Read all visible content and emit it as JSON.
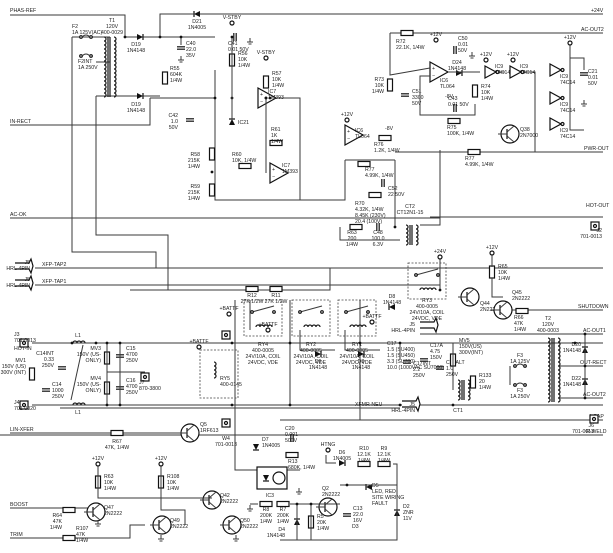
{
  "title": "UPS power / relay control schematic",
  "net_labels": {
    "phas_ref": "PHAS-REF",
    "in_rect": "IN-RECT",
    "ac_ok": "AC-OK",
    "xfp_tap2": "XFP-TAP2",
    "xfp_tap1": "XFP-TAP1",
    "lin_xfer": "LIN-XFER",
    "boost": "BOOST",
    "trim": "TRIM",
    "plus24v": "+24V",
    "ac_out2_top": "AC-OUT2",
    "pwr_out": "PWR-OUT",
    "hot_out": "HOT-OUT",
    "shutdown": "SHUTDOWN",
    "ac_out1": "AC-OUT1",
    "out_rect": "OUT-RECT",
    "ac_out2": "AC-OUT2",
    "i_cap": "I-CAP",
    "r_weld": "R-WELD",
    "xfmr_neu": "XFMR-NEU",
    "v_stby": "V-STBY",
    "plus_battf": "+BATTF",
    "plus12v": "+12V",
    "minus8v": "-8V",
    "htng": "HTNG",
    "hot_in": "HOT-IN"
  },
  "components": {
    "f2": [
      "F2",
      "1A 125V(AC)"
    ],
    "f2nt": [
      "F2INT",
      "1A 250V"
    ],
    "t1": [
      "T1",
      "120V",
      "400-0029"
    ],
    "d19a": [
      "D19",
      "1N4148"
    ],
    "d19b": [
      "D19",
      "1N4148"
    ],
    "d21": [
      "D21",
      "1N4005"
    ],
    "c40": [
      "C40",
      "22.0",
      "35V"
    ],
    "c41": [
      "C41",
      "0.01 50V"
    ],
    "r55": [
      "R55",
      "604K",
      "1/4W"
    ],
    "r56": [
      "R56",
      "10K",
      "1/4W"
    ],
    "r57": [
      "R57",
      "10K",
      "1/4W"
    ],
    "c42": [
      "C42",
      "1.0",
      "50V"
    ],
    "ic7a": [
      "IC7",
      "1M393"
    ],
    "ic7b": [
      "IC7",
      "1M393"
    ],
    "ic21": [
      "IC21"
    ],
    "r61": [
      "R61",
      "1K",
      "1/4W"
    ],
    "r60": [
      "R60",
      "10K, 1/4W"
    ],
    "r58": [
      "R58",
      "215K",
      "1/4W"
    ],
    "r59": [
      "R59",
      "215K",
      "1/4W"
    ],
    "r72": [
      "R72",
      "22.1K, 1/4W"
    ],
    "r73": [
      "R73",
      "10K",
      "1/4W"
    ],
    "c50": [
      "C50",
      "0.01",
      "50V"
    ],
    "c51": [
      "C51",
      "3300",
      "50V"
    ],
    "d24": [
      "D24",
      "1N4148"
    ],
    "ic6a": [
      "IC6",
      "TL064"
    ],
    "ic6b": [
      "IC6",
      "TL064"
    ],
    "r74": [
      "R74",
      "10K",
      "1/4W"
    ],
    "c43": [
      "C43",
      "0.01 50V"
    ],
    "r75": [
      "R75",
      "100K, 1/4W"
    ],
    "r76": [
      "R76",
      "1.2K, 1/4W"
    ],
    "q38": [
      "Q38",
      "2N7000"
    ],
    "r77a": [
      "R77",
      "4.99K, 1/4W"
    ],
    "r77b": [
      "R77",
      "4.99K, 1/4W"
    ],
    "c52": [
      "C52",
      "22 50V"
    ],
    "r70": [
      "R70",
      "4.32K, 1/4W",
      "8.45K (230V)",
      "20.4 (100V)"
    ],
    "ic9a": [
      "IC9",
      "74C14"
    ],
    "ic9b": [
      "IC9",
      "74C14"
    ],
    "ic9c": [
      "IC9",
      "74C14"
    ],
    "ic9d": [
      "IC9",
      "74C14"
    ],
    "ic9e": [
      "IC9",
      "74C14"
    ],
    "c21": [
      "C21",
      "0.01",
      "50V"
    ],
    "ct2": [
      "CT2",
      "CT12N1-15"
    ],
    "r63": [
      "R63",
      "200",
      "1/4W"
    ],
    "c48": [
      "C48",
      "100.0",
      "6.3V"
    ],
    "j2": [
      "J2",
      "701-0013"
    ],
    "ry3": [
      "RY3",
      "400-0005",
      "24V/10A, COIL",
      "24VDC, VDE"
    ],
    "d8top": [
      "D8",
      "1N4148"
    ],
    "r65": [
      "R65",
      "10K",
      "1/4W"
    ],
    "q44": [
      "Q44",
      "2N2222"
    ],
    "q45": [
      "Q45",
      "2N2222"
    ],
    "r66": [
      "R66",
      "47K",
      "1/4W"
    ],
    "t2": [
      "T2",
      "120V",
      "400-0003"
    ],
    "d20": [
      "D20",
      "1N4148"
    ],
    "d22": [
      "D22",
      "1N4148"
    ],
    "j5a": [
      "J5",
      "HRL-4PIN"
    ],
    "j5b": [
      "J5",
      "HRL-4PIN"
    ],
    "j5c": [
      "J5",
      "HRL-4PIN"
    ],
    "j5d": [
      "J5",
      "HRL-4PIN"
    ],
    "j5e": [
      "J5",
      "HRL-4PIN"
    ],
    "r12": [
      "R12",
      "27K 1/2W"
    ],
    "r11": [
      "R11",
      "27K 1/2W"
    ],
    "ry4": [
      "RY4",
      "400-0005",
      "24V/10A, COIL",
      "24VDC, VDE"
    ],
    "ry2": [
      "RY2",
      "400-0005",
      "24V/10A, COIL",
      "24VDC, VDE"
    ],
    "ry1": [
      "RY1",
      "400-0005",
      "24V/10A, COIL",
      "24VDC, VDE"
    ],
    "ry5": [
      "RY5",
      "400-0145"
    ],
    "d9": [
      "D9",
      "1N4148"
    ],
    "d8": [
      "D8",
      "1N4148"
    ],
    "c17": [
      "C17",
      "1.5 (SU400)",
      "1.5 (SU450)",
      "3.3 (SU700)",
      "10.0 (1000VAC SU7000)"
    ],
    "c17int": [
      "C17INT",
      "2.2",
      "250V"
    ],
    "c17a": [
      "C17A",
      "4.75",
      "150V"
    ],
    "c17alt": [
      "C17ALT",
      "1.0",
      "250V"
    ],
    "mv5": [
      "MV5",
      "150V(US)",
      "300V(INT)"
    ],
    "ct1": [
      "CT1"
    ],
    "r133": [
      "R133",
      "20",
      "1/4W"
    ],
    "f3a": [
      "F3",
      "1A 125V"
    ],
    "f3b": [
      "F3",
      "1A 250V"
    ],
    "j6": [
      "J6",
      "701-0013"
    ],
    "j3": [
      "J3",
      "701-0013"
    ],
    "j4": [
      "J4",
      "701-0020"
    ],
    "j7": [
      "J7",
      "870-3800"
    ],
    "l1a": [
      "L1"
    ],
    "l1b": [
      "L1"
    ],
    "mv1": [
      "MV1",
      "150V (US)",
      "300V (INT)"
    ],
    "c14int": [
      "C14INT",
      "0.33",
      "250V"
    ],
    "c14": [
      "C14",
      "1000",
      "250V"
    ],
    "mv3": [
      "MV3",
      "150V (US-",
      "ONLY)"
    ],
    "mv4": [
      "MV4",
      "150V (US-",
      "ONLY)"
    ],
    "c15": [
      "C15",
      "4700",
      "250V"
    ],
    "c16": [
      "C16",
      "4700",
      "250V"
    ],
    "q5": [
      "Q5",
      "1RF613"
    ],
    "w4": [
      "W4",
      "701-0013"
    ],
    "r67": [
      "R67",
      "47K, 1/4W"
    ],
    "r63b": [
      "R63",
      "10K",
      "1/4W"
    ],
    "r108": [
      "R108",
      "10K",
      "1/4W"
    ],
    "r64": [
      "R64",
      "47K",
      "1/4W"
    ],
    "r107": [
      "R107",
      "47K",
      "1/4W"
    ],
    "q47": [
      "Q47",
      "2N2222"
    ],
    "q49": [
      "Q49",
      "2N2222"
    ],
    "q42": [
      "Q42",
      "2N2222"
    ],
    "q50": [
      "Q50",
      "2N2222"
    ],
    "d7": [
      "D7",
      "1N4005"
    ],
    "c20": [
      "C20",
      "0.001",
      "500V"
    ],
    "r13": [
      "R13",
      "680K, 1/4W"
    ],
    "ic3": [
      "IC3"
    ],
    "d6": [
      "D6",
      "1N4005"
    ],
    "r10": [
      "R10",
      "12.1K",
      "1/4W"
    ],
    "r9": [
      "R9",
      "12.1K",
      "1/4W"
    ],
    "d5": [
      "D5",
      "LED, RED",
      "SITE WIRING",
      "FAULT"
    ],
    "q2": [
      "Q2",
      "2N2222"
    ],
    "r8": [
      "R8",
      "200K",
      "1/4W"
    ],
    "r7": [
      "R7",
      "200K",
      "1/4W"
    ],
    "d4": [
      "D4",
      "1N4148"
    ],
    "r5": [
      "R5",
      "20K",
      "1/4W"
    ],
    "c13": [
      "C13",
      "22.0",
      "16V"
    ],
    "d3": [
      "D3"
    ],
    "d2": [
      "D2",
      "ZNR",
      "11V"
    ]
  }
}
